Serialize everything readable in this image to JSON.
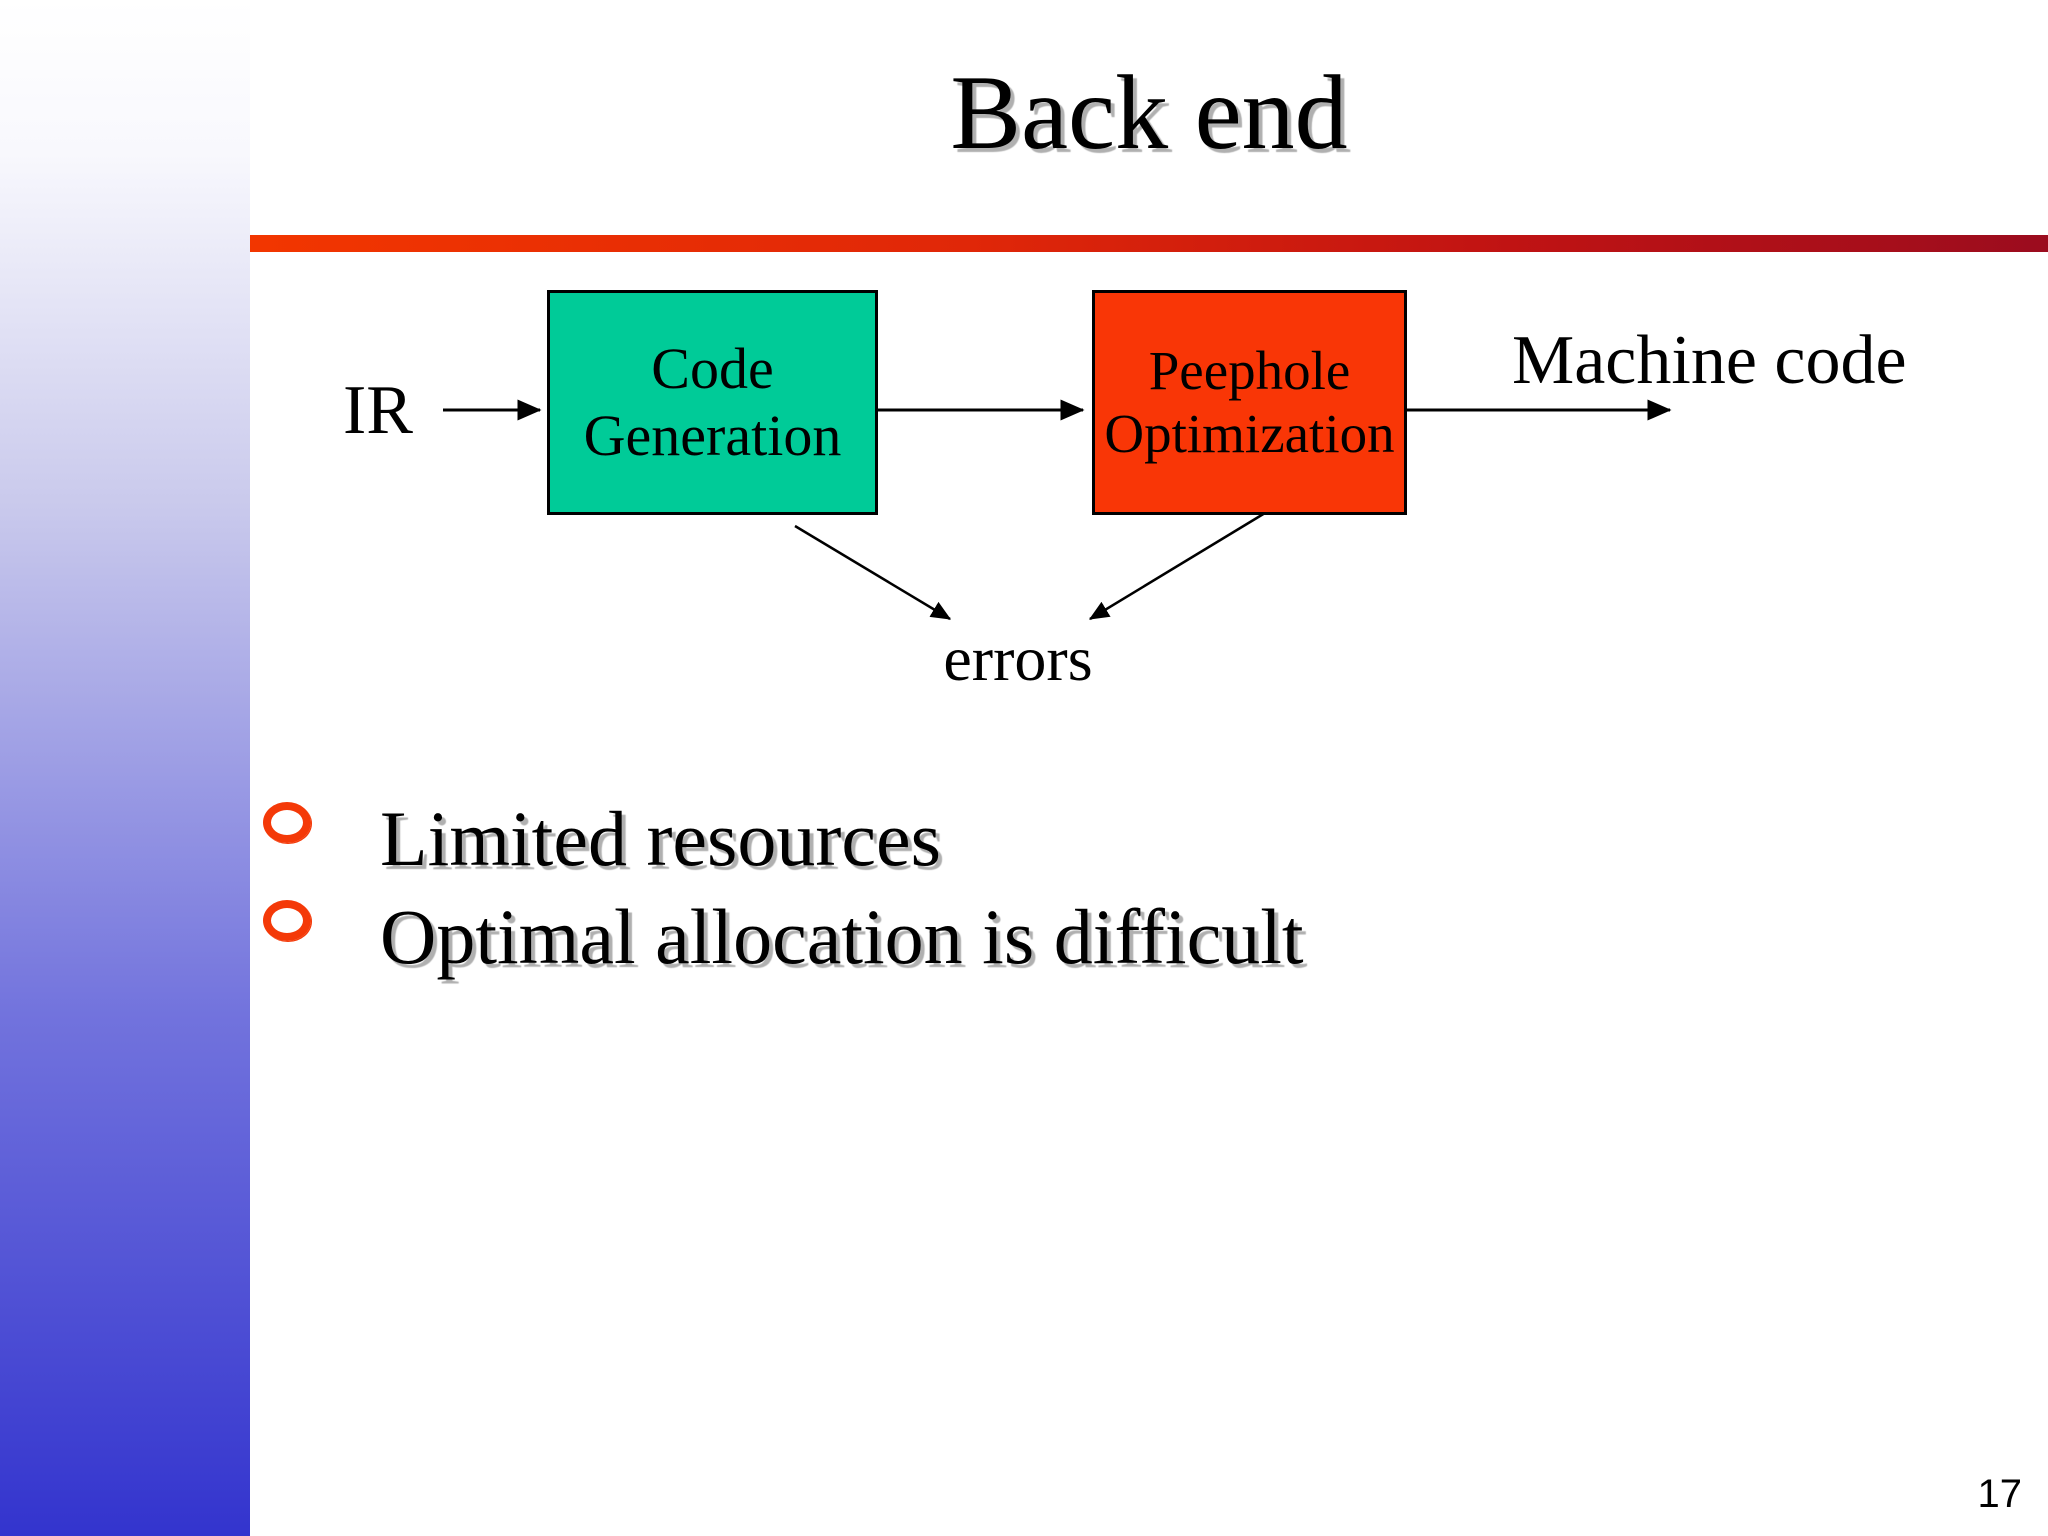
{
  "slide": {
    "title": "Back end",
    "page_number": "17",
    "colors": {
      "sidebar_gradient_top": "#ffffff",
      "sidebar_gradient_bottom": "#3334ce",
      "divider_gradient_left": "#f23600",
      "divider_gradient_right": "#9b0c1e",
      "bullet_ring": "#f43908",
      "text": "#000000"
    }
  },
  "diagram": {
    "input_label": "IR",
    "output_label": "Machine code",
    "errors_label": "errors",
    "boxes": [
      {
        "line1": "Code",
        "line2": "Generation",
        "fill": "#00cb98"
      },
      {
        "line1": "Peephole",
        "line2": "Optimization",
        "fill": "#f93606"
      }
    ]
  },
  "bullets": [
    {
      "marker": "ring-icon",
      "text": "Limited resources"
    },
    {
      "marker": "ring-icon",
      "text": "Optimal allocation is difficult"
    }
  ]
}
